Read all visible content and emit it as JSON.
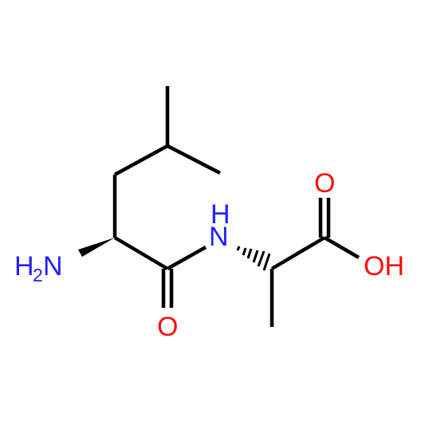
{
  "molecule": {
    "atoms": [
      {
        "id": "amine",
        "text": "H",
        "sub": "2",
        "text2": "N",
        "color": "#2121ff"
      },
      {
        "id": "amide-n",
        "text": "N",
        "color": "#2121ff"
      },
      {
        "id": "amide-h",
        "text": "H",
        "color": "#2121ff"
      },
      {
        "id": "amide-o",
        "text": "O",
        "color": "#ff0d0d"
      },
      {
        "id": "acid-o",
        "text": "O",
        "color": "#ff0d0d"
      },
      {
        "id": "hydroxyl",
        "text": "OH",
        "color": "#ff0d0d"
      }
    ]
  }
}
